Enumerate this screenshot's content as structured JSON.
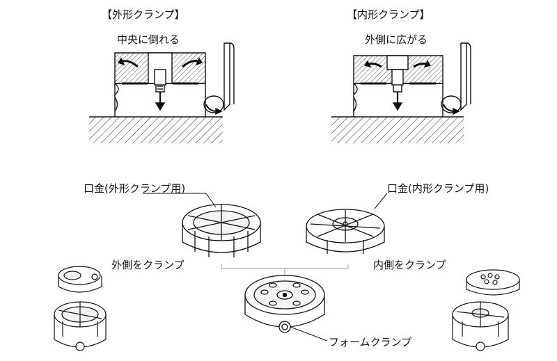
{
  "outer": {
    "title": "【外形クランプ】",
    "action": "中央に倒れる"
  },
  "inner": {
    "title": "【内形クランプ】",
    "action": "外側に広がる"
  },
  "labels": {
    "jaw_outer": "口金(外形クランプ用)",
    "jaw_inner": "口金(内形クランプ用)",
    "clamp_outer_side": "外側をクランプ",
    "clamp_inner_side": "内側をクランプ",
    "form_clamp": "フォームクランプ"
  }
}
